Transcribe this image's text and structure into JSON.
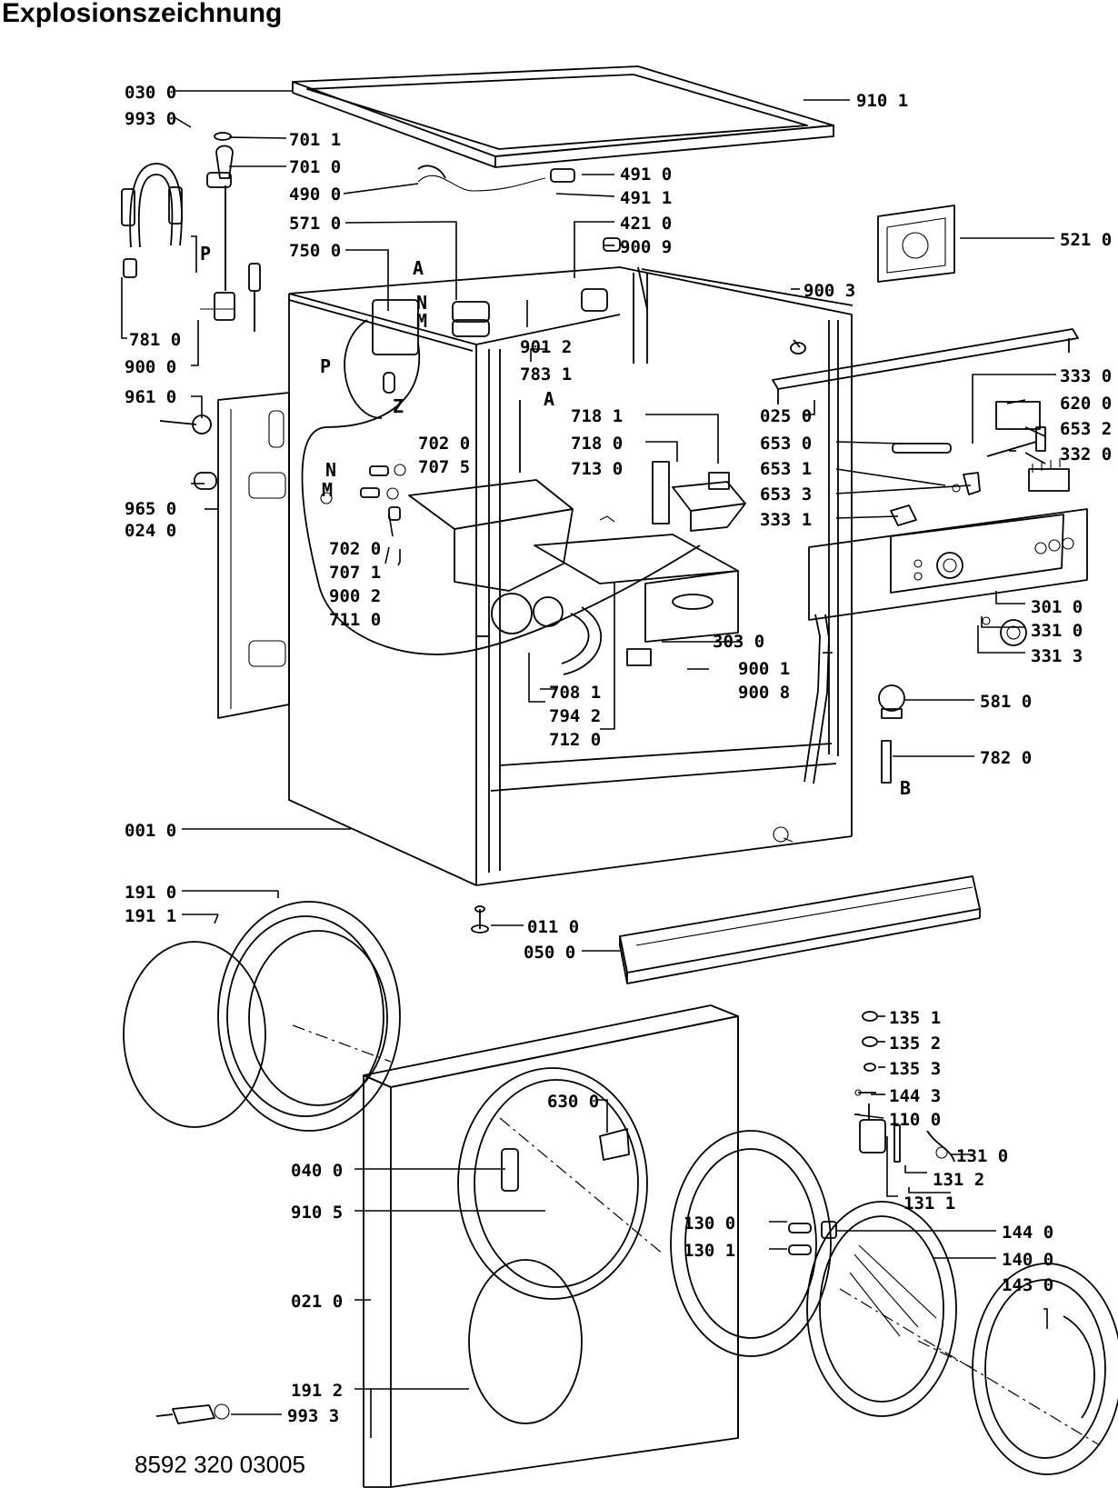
{
  "title": "Explosionszeichnung",
  "document_number": "8592 320 03005",
  "parts": [
    "030 0",
    "993 0",
    "701 1",
    "701 0",
    "490 0",
    "571 0",
    "750 0",
    "910 1",
    "491 0",
    "491 1",
    "421 0",
    "900 9",
    "521 0",
    "900 3",
    "781 0",
    "900 0",
    "961 0",
    "901 2",
    "783 1",
    "965 0",
    "024 0",
    "702 0",
    "707 5",
    "702 0",
    "707 1",
    "900 2",
    "711 0",
    "718 1",
    "718 0",
    "713 0",
    "025 0",
    "653 0",
    "653 1",
    "653 3",
    "333 1",
    "333 0",
    "620 0",
    "653 2",
    "332 0",
    "301 0",
    "303 0",
    "900 1",
    "900 8",
    "331 0",
    "331 3",
    "708 1",
    "794 2",
    "712 0",
    "581 0",
    "782 0",
    "001 0",
    "191 0",
    "191 1",
    "011 0",
    "050 0",
    "135 1",
    "135 2",
    "135 3",
    "144 3",
    "110 0",
    "630 0",
    "131 0",
    "131 2",
    "131 1",
    "040 0",
    "910 5",
    "130 0",
    "130 1",
    "144 0",
    "140 0",
    "143 0",
    "021 0",
    "191 2",
    "993 3"
  ],
  "markers": [
    "P",
    "A",
    "N",
    "M",
    "Z",
    "P",
    "A",
    "N",
    "M",
    "B"
  ]
}
